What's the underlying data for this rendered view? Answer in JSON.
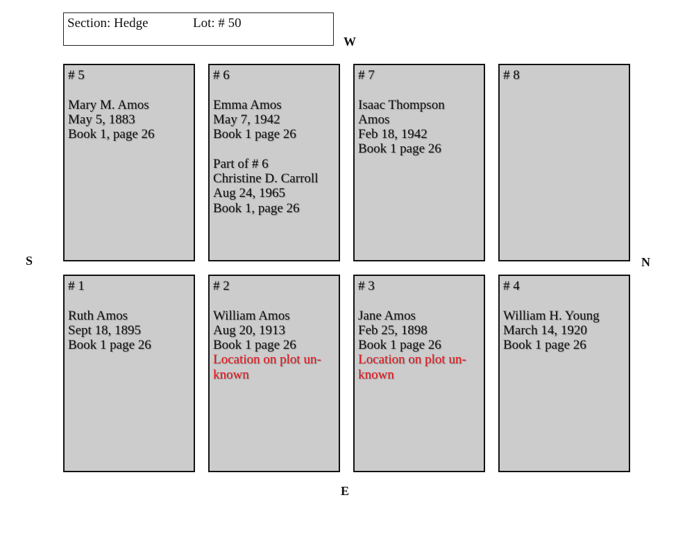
{
  "header": {
    "section": "Section: Hedge",
    "lot": "Lot: # 50"
  },
  "compass": {
    "west": "W",
    "south": "S",
    "north": "N",
    "east": "E"
  },
  "plots": {
    "p5": {
      "number": "# 5",
      "name": "Mary M. Amos",
      "date": "May 5, 1883",
      "book": "Book 1, page 26"
    },
    "p6": {
      "number": "# 6",
      "name": "Emma Amos",
      "date": "May 7, 1942",
      "book": "Book 1 page 26",
      "extra_label": "Part of # 6",
      "extra_name": "Christine D. Carroll",
      "extra_date": "Aug 24, 1965",
      "extra_book": "Book 1, page 26"
    },
    "p7": {
      "number": "# 7",
      "name_line1": "Isaac Thompson",
      "name_line2": "Amos",
      "date": "Feb 18, 1942",
      "book": "Book 1 page 26"
    },
    "p8": {
      "number": "# 8"
    },
    "p1": {
      "number": "# 1",
      "name": "Ruth Amos",
      "date": "Sept 18, 1895",
      "book": "Book 1 page 26"
    },
    "p2": {
      "number": "# 2",
      "name": "William Amos",
      "date": "Aug 20, 1913",
      "book": "Book 1 page 26",
      "note_line1": "Location on plot un-",
      "note_line2": "known"
    },
    "p3": {
      "number": "# 3",
      "name": "Jane Amos",
      "date": "Feb 25, 1898",
      "book": "Book 1 page 26",
      "note_line1": "Location on plot un-",
      "note_line2": "known"
    },
    "p4": {
      "number": "# 4",
      "name": "William H. Young",
      "date": "March 14, 1920",
      "book": "Book 1 page 26"
    }
  },
  "colors": {
    "plot_fill": "#cccccc",
    "note_text": "#e8141b"
  }
}
